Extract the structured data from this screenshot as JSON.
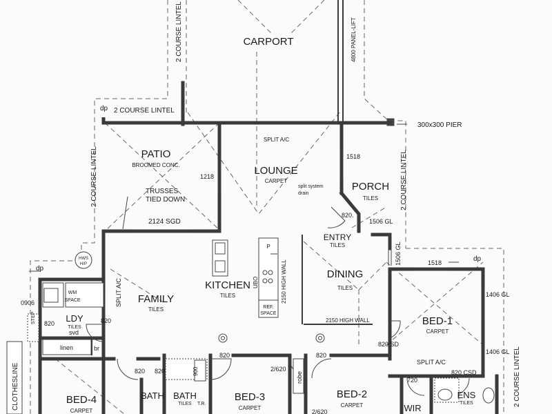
{
  "rooms": {
    "carport": "CARPORT",
    "patio": "PATIO",
    "patio_sub": "BROOMED CONC.",
    "lounge": "LOUNGE",
    "lounge_sub": "CARPET",
    "porch": "PORCH",
    "porch_sub": "TILES",
    "entry": "ENTRY",
    "entry_sub": "TILES",
    "family": "FAMILY",
    "family_sub": "TILES",
    "kitchen": "KITCHEN",
    "kitchen_sub": "TILES",
    "dining": "DINING",
    "dining_sub": "TILES",
    "bed1": "BED-1",
    "bed1_sub": "CARPET",
    "ldy": "LDY",
    "ldy_sub": "TILES",
    "bed4": "BED-4",
    "bed4_sub": "CARPET",
    "bath": "BATH",
    "bath_label": "BATH",
    "bath_sub": "TILES",
    "bed3": "BED-3",
    "bed3_sub": "CARPET",
    "bed2": "BED-2",
    "bed2_sub": "CARPET",
    "wir": "WIR",
    "ens": "ENS",
    "ens_sub": "TILES"
  },
  "labels": {
    "lintel": "2 COURSE LINTEL",
    "panel_lift": "4800 PANEL-LIFT",
    "pier": "300x300 PIER",
    "dp": "dp",
    "split_ac": "SPLIT A/C",
    "split_drain": "split system",
    "drain": "drain",
    "trusses_1": "TRUSSES",
    "trusses_2": "TIED DOWN",
    "sgd": "2124 SGD",
    "high_wall": "2150 HIGH WALL",
    "ubo": "UBO",
    "ref_1": "REF.",
    "ref_2": "SPACE",
    "p": "P",
    "wm_1": "WM",
    "wm_2": "SPACE",
    "hwu_1": "HWS",
    "hwu_2": "H/P",
    "step": "STEP",
    "svd": "svd",
    "linen": "linen",
    "br": "br",
    "robe": "robe",
    "clothesline": "CLOTHESLINE",
    "tr": "T.R."
  },
  "dims": {
    "d1218": "1218",
    "d1518": "1518",
    "d820": "820",
    "d820c": "820.",
    "d1506gl": "1506 GL",
    "d1406gl": "1406 GL",
    "d0906": "0906",
    "d820sd": "820 SD",
    "d820csd": "820 CSD",
    "d720": "720",
    "d2620": "2/620",
    "d2620b": "2/620",
    "d900": "900"
  }
}
